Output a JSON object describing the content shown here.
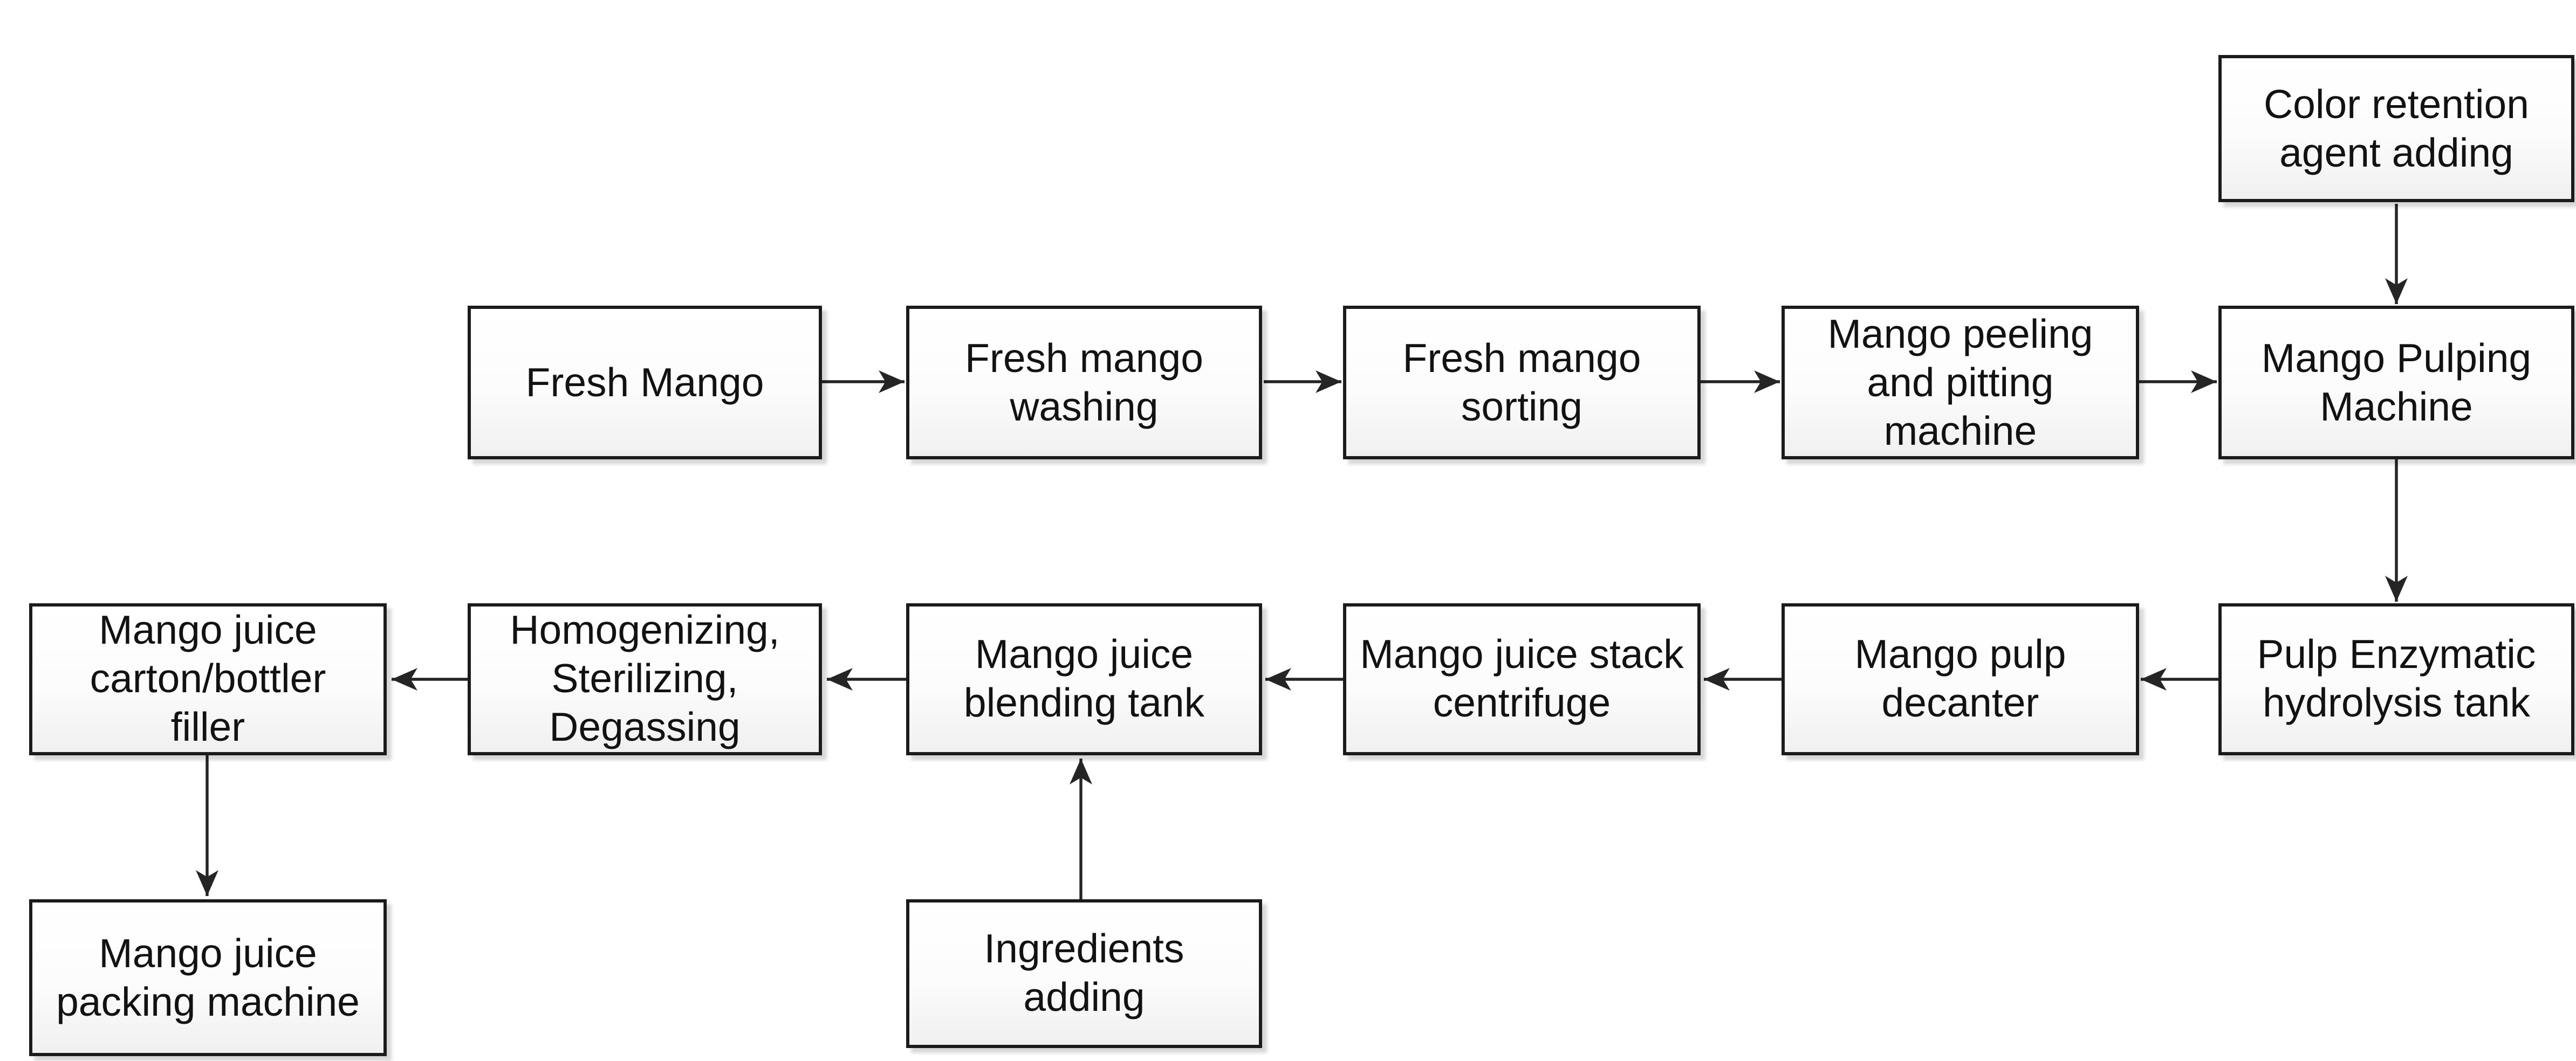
{
  "canvas": {
    "background": "#ffffff",
    "box_border_color": "#1b1b1b",
    "box_fill_top": "#ffffff",
    "box_fill_bottom": "#f0f0f0",
    "text_color": "#121212",
    "arrow_color": "#252525"
  },
  "nodes": [
    {
      "id": "color-retention-agent-adding",
      "label": "Color retention\nagent adding"
    },
    {
      "id": "fresh-mango",
      "label": "Fresh Mango"
    },
    {
      "id": "fresh-mango-washing",
      "label": "Fresh mango\nwashing"
    },
    {
      "id": "fresh-mango-sorting",
      "label": "Fresh mango\nsorting"
    },
    {
      "id": "mango-peeling-and-pitting-machine",
      "label": "Mango peeling\nand pitting\nmachine"
    },
    {
      "id": "mango-pulping-machine",
      "label": "Mango Pulping\nMachine"
    },
    {
      "id": "pulp-enzymatic-hydrolysis-tank",
      "label": "Pulp Enzymatic\nhydrolysis tank"
    },
    {
      "id": "mango-pulp-decanter",
      "label": "Mango pulp\ndecanter"
    },
    {
      "id": "mango-juice-stack-centrifuge",
      "label": "Mango juice stack\ncentrifuge"
    },
    {
      "id": "mango-juice-blending-tank",
      "label": "Mango juice\nblending tank"
    },
    {
      "id": "homogenizing-sterilizing-degassing",
      "label": "Homogenizing,\nSterilizing,\nDegassing"
    },
    {
      "id": "mango-juice-carton-bottler-filler",
      "label": "Mango juice\ncarton/bottler\nfiller"
    },
    {
      "id": "mango-juice-packing-machine",
      "label": "Mango juice\npacking machine"
    },
    {
      "id": "ingredients-adding",
      "label": "Ingredients\nadding"
    }
  ],
  "arrows": [
    {
      "from": "fresh-mango",
      "to": "fresh-mango-washing",
      "direction": "right"
    },
    {
      "from": "fresh-mango-washing",
      "to": "fresh-mango-sorting",
      "direction": "right"
    },
    {
      "from": "fresh-mango-sorting",
      "to": "mango-peeling-and-pitting-machine",
      "direction": "right"
    },
    {
      "from": "mango-peeling-and-pitting-machine",
      "to": "mango-pulping-machine",
      "direction": "right"
    },
    {
      "from": "color-retention-agent-adding",
      "to": "mango-pulping-machine",
      "direction": "down"
    },
    {
      "from": "mango-pulping-machine",
      "to": "pulp-enzymatic-hydrolysis-tank",
      "direction": "down"
    },
    {
      "from": "pulp-enzymatic-hydrolysis-tank",
      "to": "mango-pulp-decanter",
      "direction": "left"
    },
    {
      "from": "mango-pulp-decanter",
      "to": "mango-juice-stack-centrifuge",
      "direction": "left"
    },
    {
      "from": "mango-juice-stack-centrifuge",
      "to": "mango-juice-blending-tank",
      "direction": "left"
    },
    {
      "from": "mango-juice-blending-tank",
      "to": "homogenizing-sterilizing-degassing",
      "direction": "left"
    },
    {
      "from": "homogenizing-sterilizing-degassing",
      "to": "mango-juice-carton-bottler-filler",
      "direction": "left"
    },
    {
      "from": "ingredients-adding",
      "to": "mango-juice-blending-tank",
      "direction": "up"
    },
    {
      "from": "mango-juice-carton-bottler-filler",
      "to": "mango-juice-packing-machine",
      "direction": "down"
    }
  ]
}
